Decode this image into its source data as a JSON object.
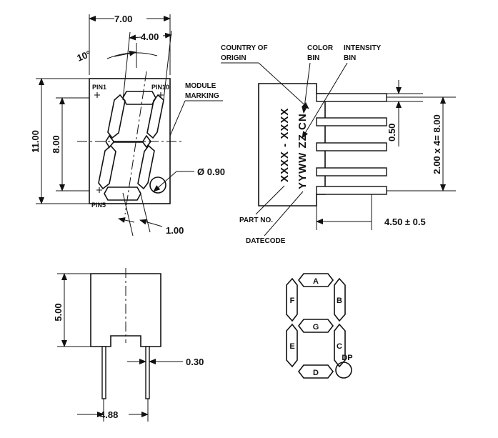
{
  "drawing": {
    "title": "7-Segment LED Display Mechanical Drawing",
    "units": "mm",
    "line_color": "#111111",
    "background": "#ffffff"
  },
  "front_view": {
    "dimensions": {
      "width_overall": "7.00",
      "digit_width": "4.00",
      "height_overall": "11.00",
      "digit_height": "8.00",
      "slant_angle": "10°",
      "dp_diameter": "Ø 0.90",
      "segment_width": "1.00"
    },
    "pin_labels": {
      "pin1": "PIN1",
      "pin10": "PIN10",
      "pin5": "PIN5"
    },
    "callouts": {
      "module_marking_line1": "MODULE",
      "module_marking_line2": "MARKING"
    }
  },
  "side_view": {
    "callouts": {
      "country_of_origin_line1": "COUNTRY OF",
      "country_of_origin_line2": "ORIGIN",
      "color_bin_line1": "COLOR",
      "color_bin_line2": "BIN",
      "intensity_bin_line1": "INTENSITY",
      "intensity_bin_line2": "BIN",
      "part_no": "PART NO.",
      "datecode": "DATECODE"
    },
    "marking_text": {
      "part_number": "XXXX - XXXX",
      "datecode_string": "YYWW ZZ CN"
    },
    "dimensions": {
      "lead_thickness": "0.50",
      "pin_pitch": "2.00 x 4= 8.00",
      "body_depth": "4.50 ± 0.5"
    },
    "pin_count": 5
  },
  "bottom_view": {
    "dimensions": {
      "body_height": "5.00",
      "lead_width": "0.30",
      "lead_span": "4.88"
    }
  },
  "segment_map": {
    "segments": [
      {
        "id": "A",
        "label": "A"
      },
      {
        "id": "B",
        "label": "B"
      },
      {
        "id": "C",
        "label": "C"
      },
      {
        "id": "D",
        "label": "D"
      },
      {
        "id": "E",
        "label": "E"
      },
      {
        "id": "F",
        "label": "F"
      },
      {
        "id": "G",
        "label": "G"
      },
      {
        "id": "DP",
        "label": "DP"
      }
    ]
  }
}
